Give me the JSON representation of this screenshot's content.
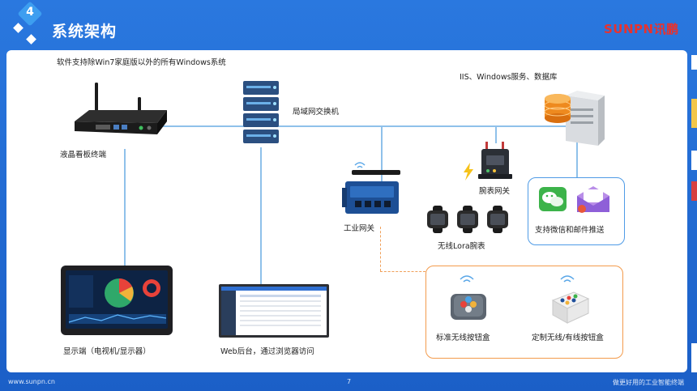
{
  "header": {
    "badge_number": "4",
    "title": "系统架构",
    "brand": "SUNPN讯鹏"
  },
  "labels": {
    "os_note": "软件支持除Win7家庭版以外的所有Windows系统",
    "server_note": "IIS、Windows服务、数据库",
    "switch": "局域网交换机",
    "lcd_terminal": "液晶看板终端",
    "watch_gateway": "腕表网关",
    "industrial_gateway": "工业网关",
    "lora_watch": "无线Lora腕表",
    "push": "支持微信和邮件推送",
    "display": "显示端（电视机/显示器）",
    "web": "Web后台，通过浏览器访问",
    "std_button": "标准无线按钮盒",
    "custom_button": "定制无线/有线按钮盒"
  },
  "footer": {
    "url": "www.sunpn.cn",
    "page": "7",
    "slogan": "做更好用的工业智能终端"
  },
  "colors": {
    "background": "#1f63c9",
    "accent_red": "#e8322e",
    "connector": "#8fc1ea",
    "dashed_orange": "#f0a05a",
    "box_blue": "#4f9be6"
  }
}
